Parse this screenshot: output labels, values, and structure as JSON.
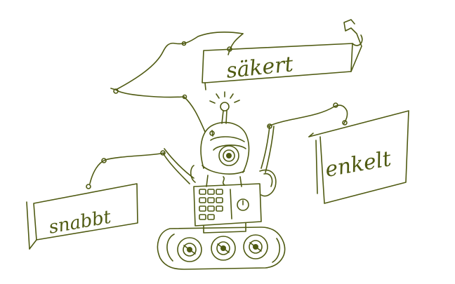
{
  "labels": {
    "top": "säkert",
    "right": "enkelt",
    "left": "snabbt"
  },
  "colors": {
    "ink": "#4f5a12",
    "background": "#ffffff"
  }
}
